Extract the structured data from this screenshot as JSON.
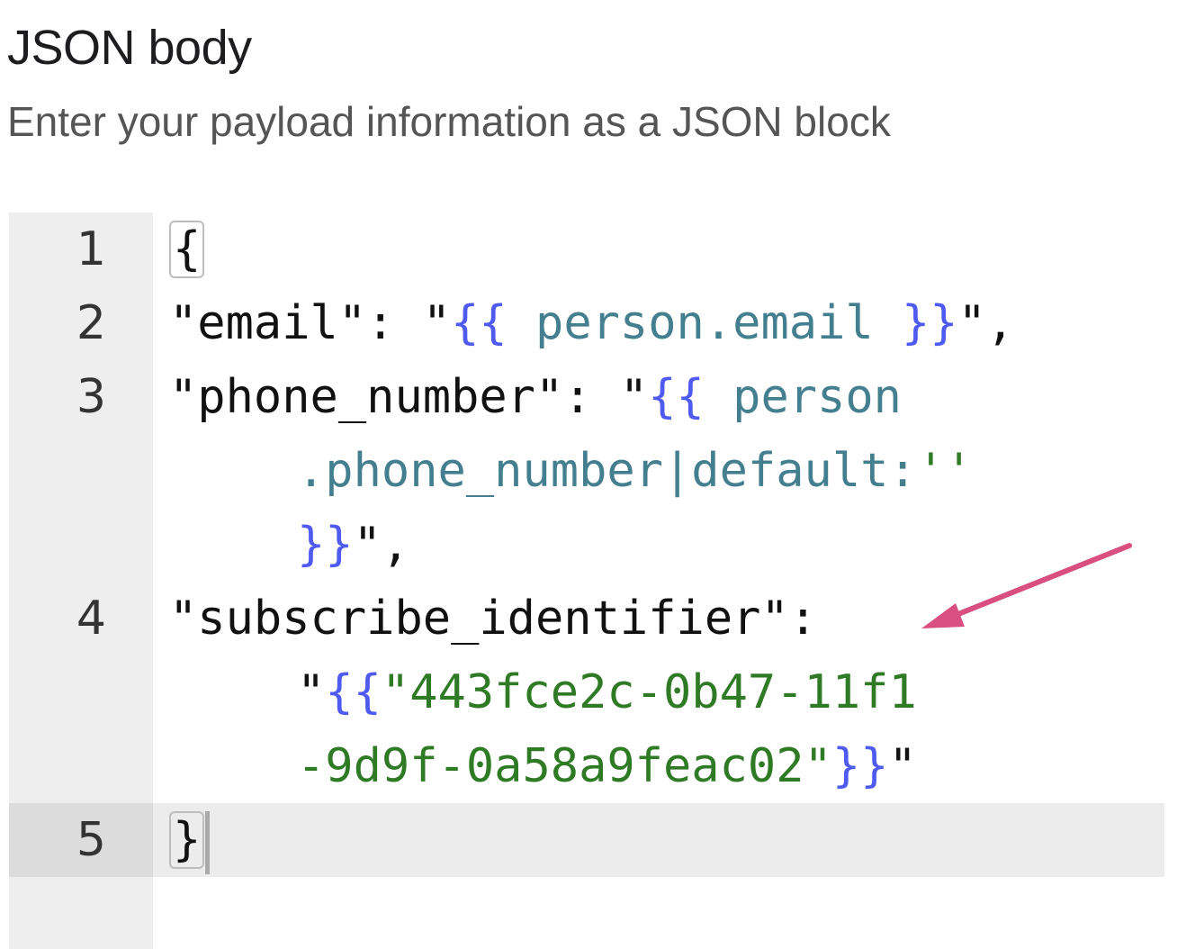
{
  "header": {
    "title": "JSON body",
    "subtitle": "Enter your payload information as a JSON block"
  },
  "editor": {
    "active_line": 5,
    "lines": [
      {
        "number": "1",
        "open_brace": "{"
      },
      {
        "number": "2",
        "key": "\"email\"",
        "sep": ": \"",
        "tpl_open": "{{",
        "var": " person.email ",
        "tpl_close": "}}",
        "tail": "\","
      },
      {
        "number": "3",
        "key": "\"phone_number\"",
        "sep": ": \"",
        "tpl_open": "{{",
        "var1": " person",
        "var2": ".phone_number|default:",
        "str": "''",
        "tpl_close": "}}",
        "tail": "\","
      },
      {
        "number": "4",
        "key": "\"subscribe_identifier\"",
        "sep": ":",
        "quote": "\"",
        "tpl_open": "{{",
        "str1": "\"443fce2c-0b47-11f1",
        "str2": "-9d9f-0a58a9feac02\"",
        "tpl_close": "}}",
        "tail": "\""
      },
      {
        "number": "5",
        "close_brace": "}"
      }
    ]
  },
  "annotation": {
    "type": "arrow",
    "color": "#d94f7f",
    "points_to": "subscribe_identifier"
  },
  "colors": {
    "template_brace": "#4f5bf0",
    "variable": "#447f8f",
    "string": "#2f7a24",
    "gutter_bg": "#eeeeee",
    "active_line_bg": "#ececec"
  }
}
